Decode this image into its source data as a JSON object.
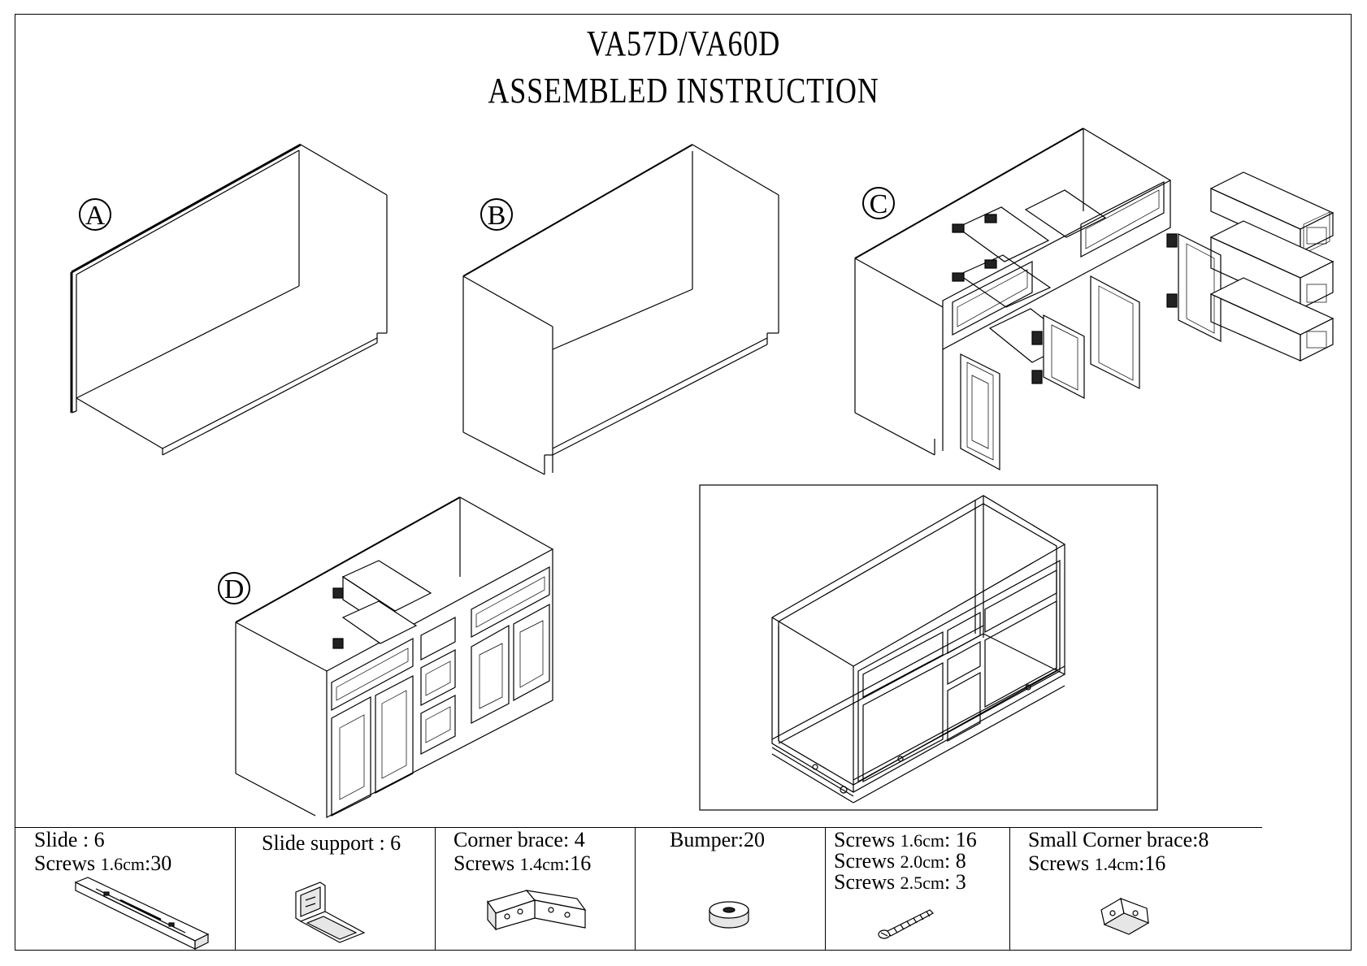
{
  "title": {
    "line1": "VA57D/VA60D",
    "line2": "ASSEMBLED INSTRUCTION"
  },
  "steps": {
    "a": "A",
    "b": "B",
    "c": "C",
    "d": "D"
  },
  "parts": [
    {
      "name": "Slide",
      "line1": "Slide : 6",
      "line2a": "Screws ",
      "line2b": "1.6cm",
      "line2c": ":30",
      "icon": "slide-icon"
    },
    {
      "name": "Slide support",
      "line1": "Slide support : 6",
      "icon": "slide-support-icon"
    },
    {
      "name": "Corner brace",
      "line1": "Corner brace: 4",
      "line2a": "Screws ",
      "line2b": "1.4cm",
      "line2c": ":16",
      "icon": "corner-brace-icon"
    },
    {
      "name": "Bumper",
      "line1": "Bumper:20",
      "icon": "bumper-icon"
    },
    {
      "name": "Screws",
      "s1a": "Screws ",
      "s1b": "1.6cm",
      "s1c": ": 16",
      "s2a": "Screws ",
      "s2b": "2.0cm",
      "s2c": ":  8",
      "s3a": "Screws ",
      "s3b": "2.5cm",
      "s3c": ":  3",
      "icon": "screw-icon"
    },
    {
      "name": "Small Corner brace",
      "line1": "Small Corner brace:8",
      "line2a": "Screws ",
      "line2b": "1.4cm",
      "line2c": ":16",
      "icon": "small-corner-brace-icon"
    }
  ]
}
